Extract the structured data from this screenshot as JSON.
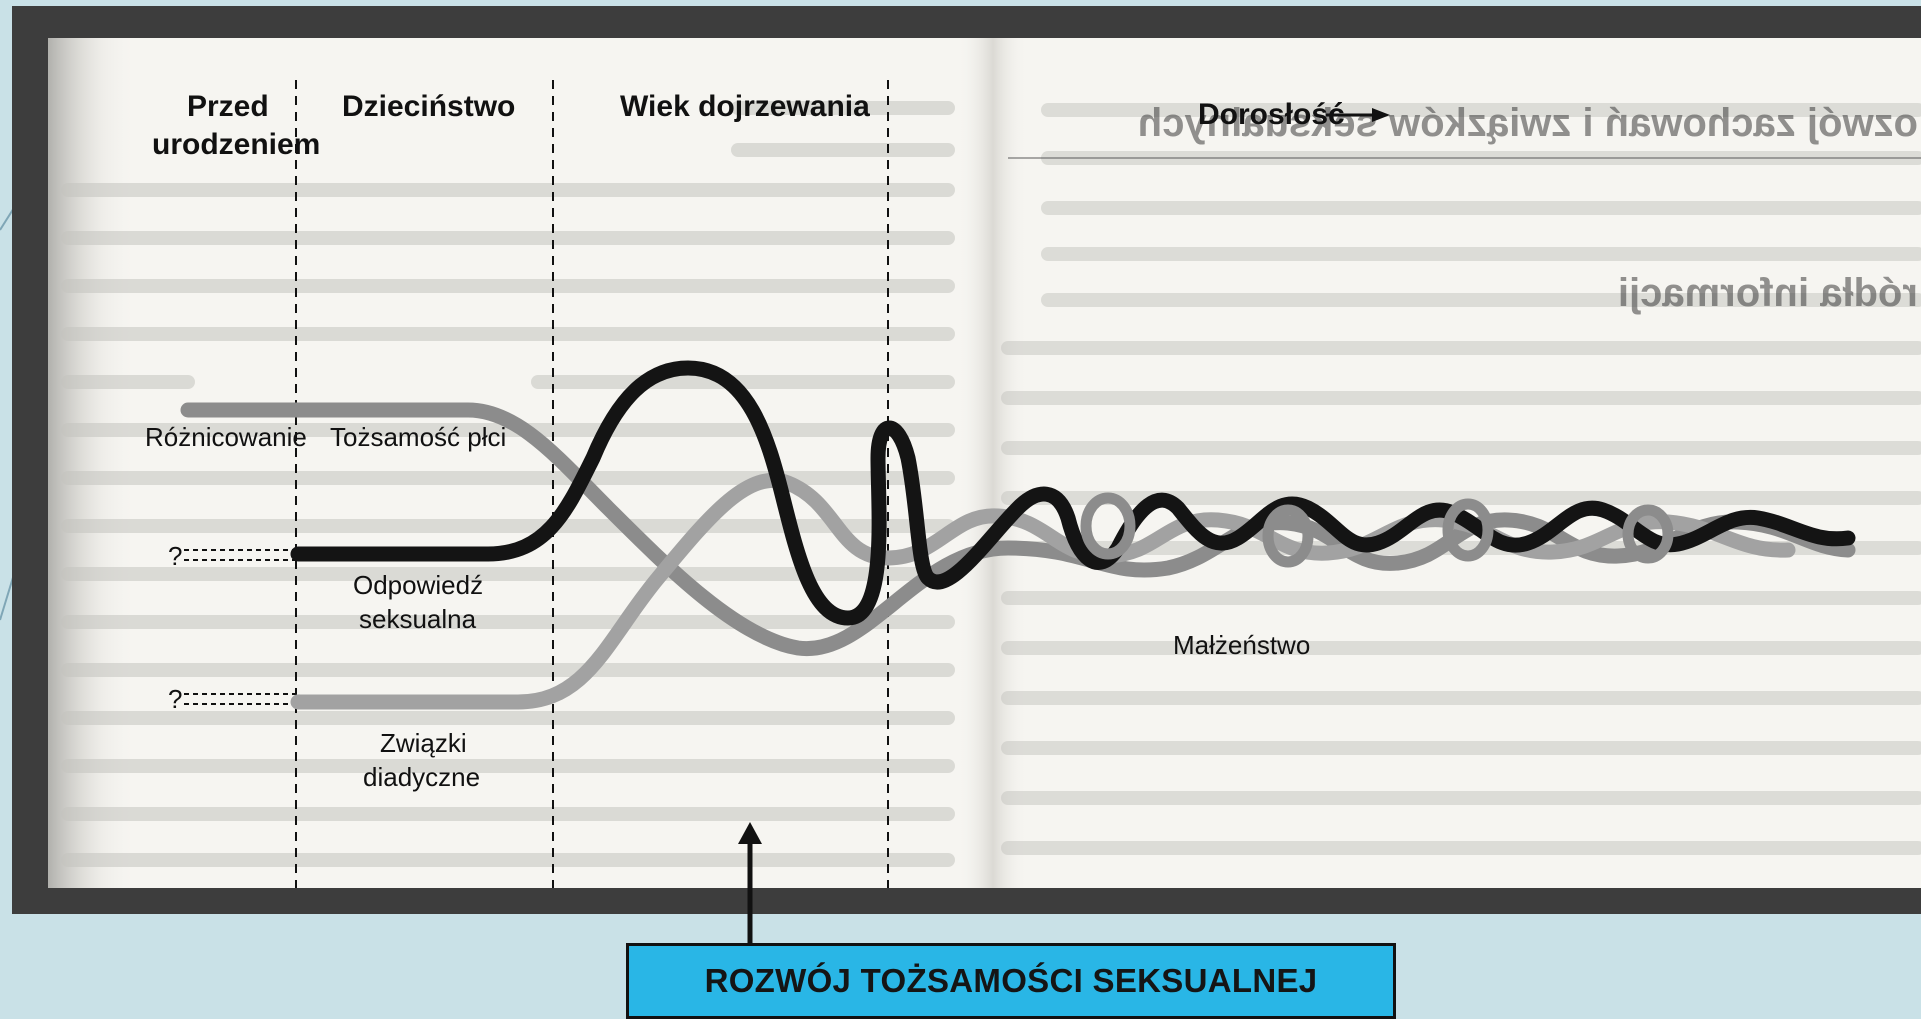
{
  "figure": {
    "periods": {
      "before_birth_line1": "Przed",
      "before_birth_line2": "urodzeniem",
      "childhood": "Dzieciństwo",
      "puberty": "Wiek dojrzewania",
      "adulthood": "Dorosłość"
    },
    "strands": {
      "differentiation": "Różnicowanie",
      "gender_identity": "Tożsamość płci",
      "unknown_1": "?",
      "sexual_response_line1": "Odpowiedź",
      "sexual_response_line2": "seksualna",
      "unknown_2": "?",
      "dyadic_line1": "Związki",
      "dyadic_line2": "diadyczne",
      "marriage": "Małżeństwo"
    }
  },
  "background_text": {
    "right_heading": "ozwój zachowań i związków seksualnych",
    "right_subheading": "ródła informacji"
  },
  "caption": "ROZWÓJ TOŻSAMOŚCI SEKSUALNEJ",
  "colors": {
    "slide_background": "#c9e1e7",
    "frame": "#3d3d3d",
    "page": "#f6f5f1",
    "caption_fill": "#29b6e6",
    "strand_black": "#141414",
    "strand_gray": "#8c8c8c"
  }
}
